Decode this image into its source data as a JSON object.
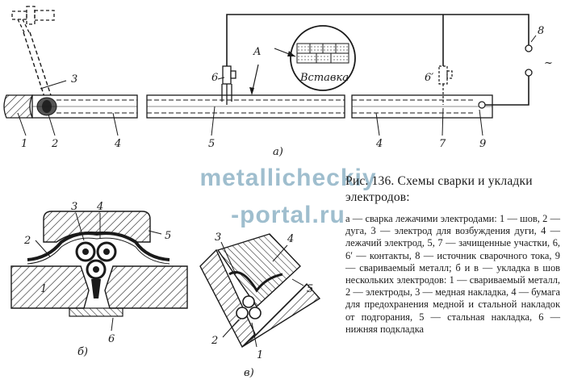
{
  "caption": {
    "title": "Рис. 136. Схемы сварки и укладки электродов:",
    "legend": "а — сварка лежачими электродами: 1 — шов, 2 — дуга, 3 — электрод для возбуждения дуги, 4 — лежачий электрод, 5, 7 — зачищенные участки, 6, 6′ — контакты, 8 — источник сварочного тока, 9 — свариваемый металл; б и в — укладка в шов нескольких электродов: 1 — свариваемый металл, 2 — электроды, 3 — медная накладка, 4 — бумага для предохранения медной и стальной накладок от подгорания, 5 — стальная накладка, 6 — нижняя подкладка"
  },
  "watermark": {
    "line1": "metallicheckiy",
    "line2": "-portal.ru"
  },
  "diagram_a": {
    "sublabel": "а)",
    "inset_label": "Вставка",
    "inset_pointer": "A",
    "ac_symbol": "~",
    "labels": {
      "l1": "1",
      "l2": "2",
      "l3": "3",
      "l4a": "4",
      "l5": "5",
      "l6": "6",
      "l4b": "4",
      "l6p": "6′",
      "l7": "7",
      "l8": "8",
      "l9": "9"
    }
  },
  "diagram_b": {
    "sublabel": "б)",
    "labels": {
      "l1": "1",
      "l2": "2",
      "l3": "3",
      "l4": "4",
      "l5": "5",
      "l6": "6"
    }
  },
  "diagram_v": {
    "sublabel": "в)",
    "labels": {
      "l1": "1",
      "l2": "2",
      "l3": "3",
      "l4": "4",
      "l5": "5"
    }
  }
}
